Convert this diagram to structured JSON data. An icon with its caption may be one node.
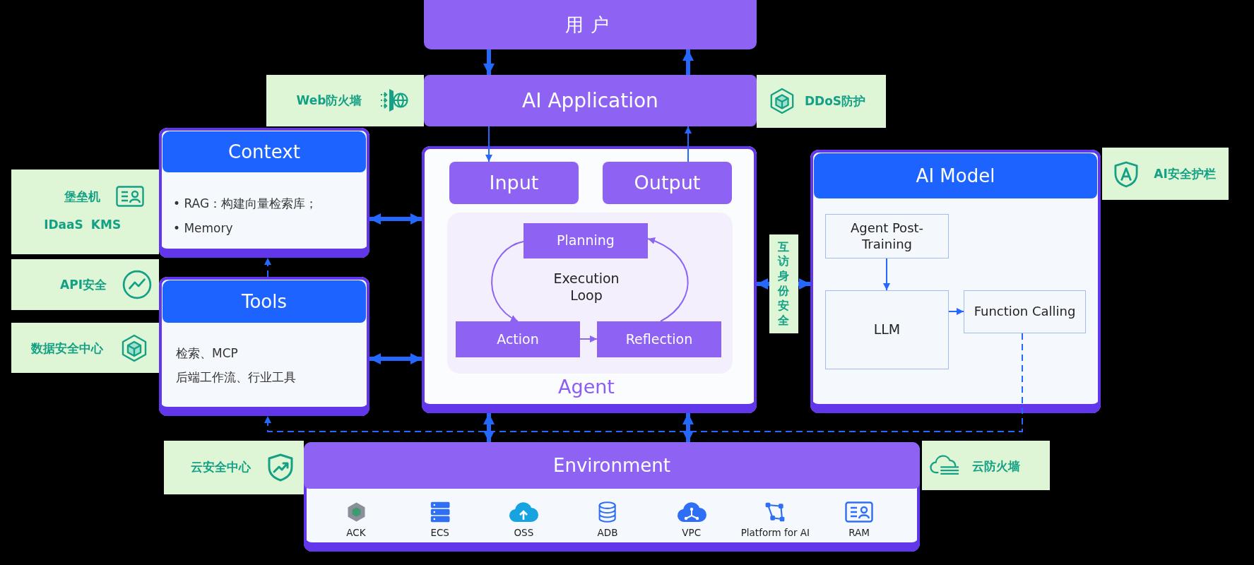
{
  "diagram": {
    "nodes": [
      {
        "text": [
          "用户"
        ]
      },
      {
        "text": [
          "Web防火墙"
        ]
      },
      {
        "text": [
          "AI Application"
        ]
      },
      {
        "text": [
          "DDoS防护"
        ]
      },
      {
        "text": [
          "Context",
          "• RAG：构建向量检索库；",
          "• Memory"
        ]
      },
      {
        "text": [
          "Agent"
        ]
      },
      {
        "text": [
          "Input"
        ],
        "in": 5
      },
      {
        "text": [
          "Output"
        ],
        "in": 5
      },
      {
        "text": [
          "Execution Loop"
        ],
        "in": 5
      },
      {
        "text": [
          "Planning"
        ],
        "in": 8
      },
      {
        "text": [
          "Action"
        ],
        "in": 8
      },
      {
        "text": [
          "Reflection"
        ],
        "in": 8
      },
      {
        "text": [
          "AI Model"
        ]
      },
      {
        "text": [
          "Agent Post-Training"
        ],
        "in": 12
      },
      {
        "text": [
          "LLM"
        ],
        "in": 12
      },
      {
        "text": [
          "Function Calling"
        ],
        "in": 12
      },
      {
        "text": [
          "AI安全护栏"
        ]
      },
      {
        "text": [
          "堡垒机",
          "IDaaS",
          "KMS"
        ]
      },
      {
        "text": [
          "API安全"
        ]
      },
      {
        "text": [
          "Tools",
          "检索、MCP",
          "后端工作流、行业工具"
        ]
      },
      {
        "text": [
          "数据安全中心"
        ]
      },
      {
        "text": [
          "云安全中心"
        ]
      },
      {
        "text": [
          "Environment",
          "ACK",
          "ECS",
          "OSS",
          "ADB",
          "VPC",
          "Platform for AI",
          "RAM"
        ]
      },
      {
        "text": [
          "云防火墙"
        ]
      }
    ],
    "edges": [
      {
        "from": 0,
        "to": 2,
        "arrow": "to",
        "style": "thick"
      },
      {
        "from": 2,
        "to": 0,
        "arrow": "to",
        "style": "thick"
      },
      {
        "from": 2,
        "to": 6,
        "arrow": "to"
      },
      {
        "from": 7,
        "to": 2,
        "arrow": "to"
      },
      {
        "from": 4,
        "to": 5,
        "arrow": "both",
        "style": "thick"
      },
      {
        "from": 19,
        "to": 5,
        "arrow": "both",
        "style": "thick"
      },
      {
        "from": 19,
        "to": 4,
        "arrow": "to",
        "style": "dashed"
      },
      {
        "from": 15,
        "to": 19,
        "arrow": "to",
        "style": "dashed"
      },
      {
        "from": 5,
        "to": 22,
        "arrow": "both",
        "style": "thick"
      },
      {
        "from": 5,
        "to": 22,
        "arrow": "both",
        "style": "thick"
      },
      {
        "from": 5,
        "to": 12,
        "arrow": "both",
        "style": "thick",
        "label": "互访身份安全"
      },
      {
        "from": 9,
        "to": 10,
        "arrow": "to",
        "color": "#8b65f2"
      },
      {
        "from": 10,
        "to": 11,
        "arrow": "to",
        "color": "#8b65f2"
      },
      {
        "from": 11,
        "to": 9,
        "arrow": "to",
        "color": "#8b65f2"
      },
      {
        "from": 13,
        "to": 14,
        "arrow": "to"
      },
      {
        "from": 14,
        "to": 15,
        "arrow": "to"
      }
    ]
  }
}
